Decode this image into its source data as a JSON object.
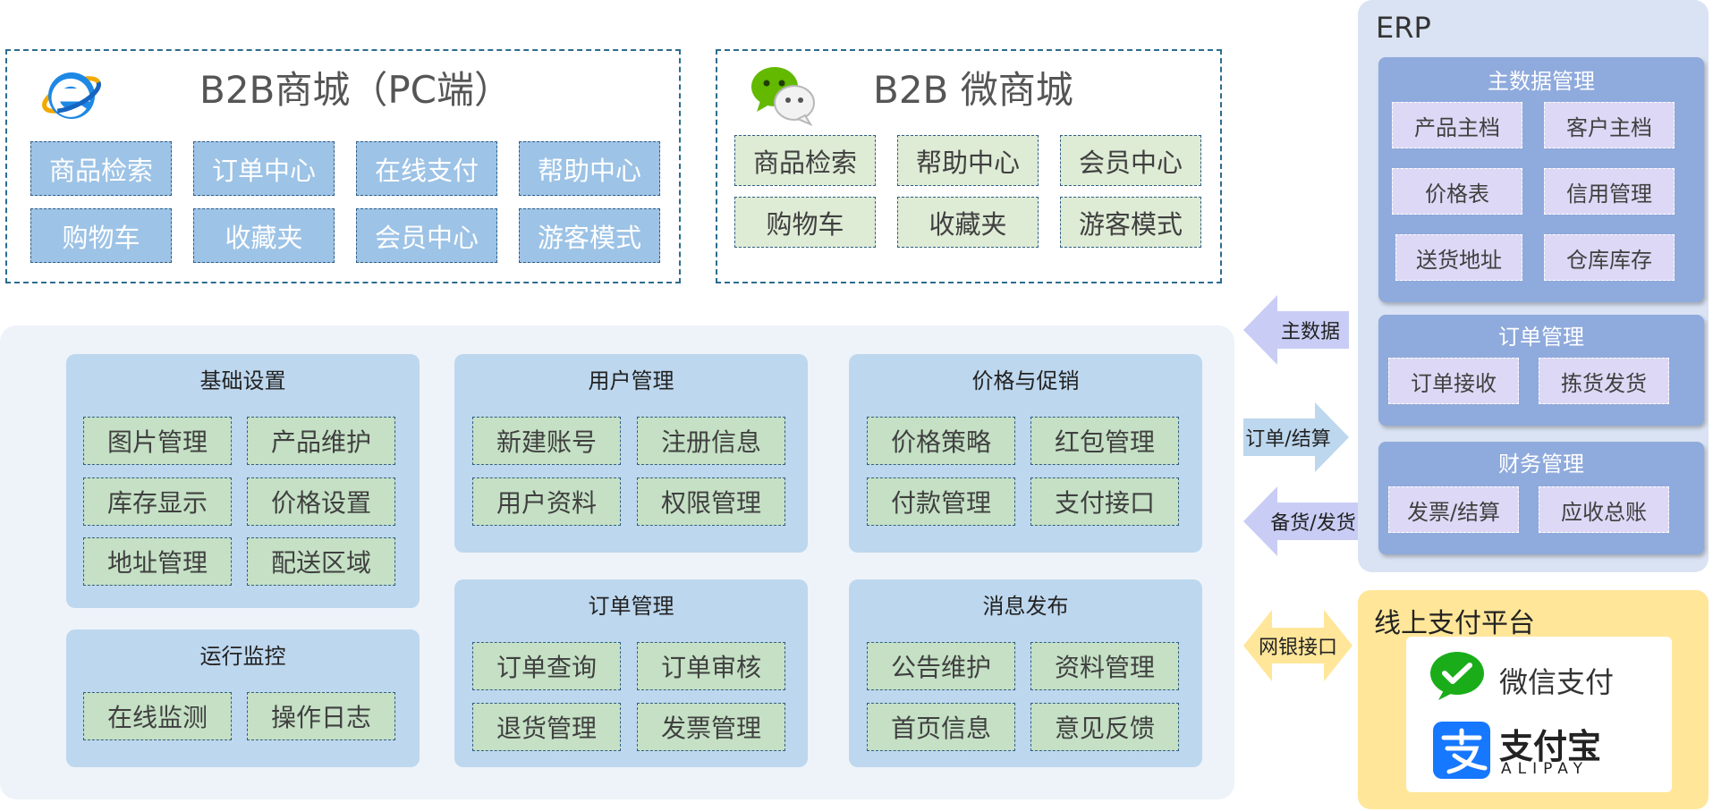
{
  "pc_store": {
    "title": "B2B商城（PC端）",
    "tiles": [
      "商品检索",
      "订单中心",
      "在线支付",
      "帮助中心",
      "购物车",
      "收藏夹",
      "会员中心",
      "游客模式"
    ]
  },
  "wechat_store": {
    "title": "B2B 微商城",
    "tiles": [
      "商品检索",
      "帮助中心",
      "会员中心",
      "购物车",
      "收藏夹",
      "游客模式"
    ]
  },
  "modules": {
    "basic_settings": {
      "title": "基础设置",
      "items": [
        "图片管理",
        "产品维护",
        "库存显示",
        "价格设置",
        "地址管理",
        "配送区域"
      ]
    },
    "monitoring": {
      "title": "运行监控",
      "items": [
        "在线监测",
        "操作日志"
      ]
    },
    "user_mgmt": {
      "title": "用户管理",
      "items": [
        "新建账号",
        "注册信息",
        "用户资料",
        "权限管理"
      ]
    },
    "order_mgmt": {
      "title": "订单管理",
      "items": [
        "订单查询",
        "订单审核",
        "退货管理",
        "发票管理"
      ]
    },
    "pricing": {
      "title": "价格与促销",
      "items": [
        "价格策略",
        "红包管理",
        "付款管理",
        "支付接口"
      ]
    },
    "messages": {
      "title": "消息发布",
      "items": [
        "公告维护",
        "资料管理",
        "首页信息",
        "意见反馈"
      ]
    }
  },
  "erp": {
    "title": "ERP",
    "master_data": {
      "title": "主数据管理",
      "items": [
        "产品主档",
        "客户主档",
        "价格表",
        "信用管理",
        "送货地址",
        "仓库库存"
      ]
    },
    "orders": {
      "title": "订单管理",
      "items": [
        "订单接收",
        "拣货发货"
      ]
    },
    "finance": {
      "title": "财务管理",
      "items": [
        "发票/结算",
        "应收总账"
      ]
    }
  },
  "arrows": {
    "master_data": "主数据",
    "order_settlement": "订单/结算",
    "stock_delivery": "备货/发货",
    "bank_interface": "网银接口"
  },
  "payment": {
    "title": "线上支付平台",
    "wechat_pay": "微信支付",
    "alipay_cn": "支付宝",
    "alipay_en": "ALIPAY"
  },
  "colors": {
    "store_border": "#2c6c8f",
    "tile_blue": "#9dc3e6",
    "tile_green": "#deebd5",
    "module_bg": "#bdd7ee",
    "erp_bg": "#dae3f3",
    "erp_group": "#8faadc",
    "payment_bg": "#ffe699",
    "wechat_green": "#1aad19",
    "alipay_blue": "#1677ff"
  },
  "icons": {
    "pc_store": "internet-explorer-icon",
    "wechat_store": "wechat-icon",
    "wechat_pay": "wechat-pay-icon",
    "alipay": "alipay-icon",
    "arrows": [
      "arrow-left-icon",
      "arrow-right-icon",
      "arrow-left-icon",
      "arrow-both-icon"
    ]
  }
}
